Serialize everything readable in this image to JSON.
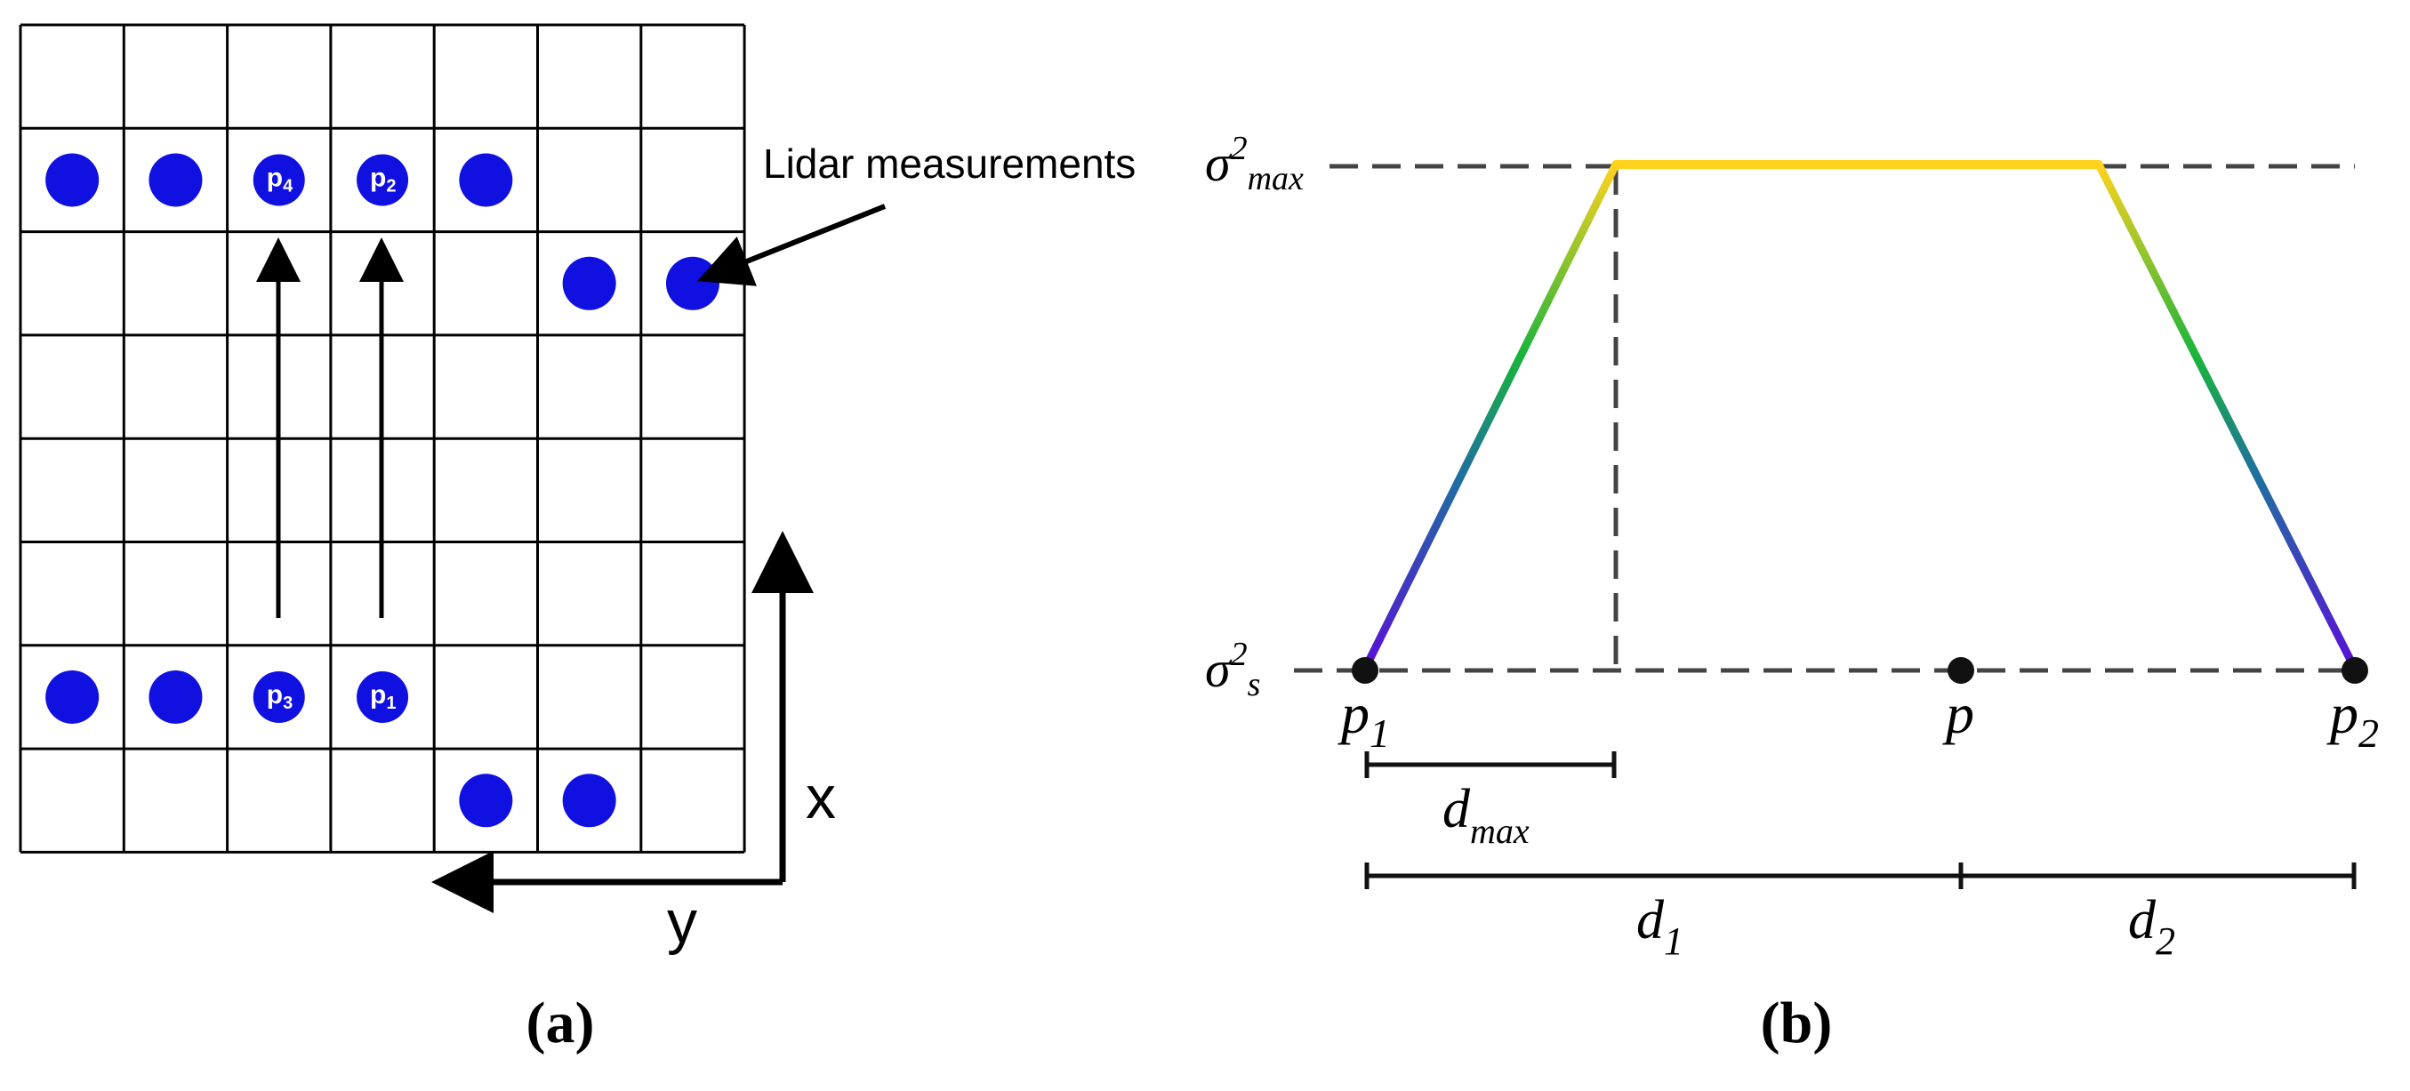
{
  "panel_a": {
    "annotation": "Lidar measurements",
    "axis_x_label": "x",
    "axis_y_label": "y",
    "caption": "(a)",
    "dot_color": "#1010e0",
    "point_labels": {
      "p1": {
        "base": "p",
        "sub": "1"
      },
      "p2": {
        "base": "p",
        "sub": "2"
      },
      "p3": {
        "base": "p",
        "sub": "3"
      },
      "p4": {
        "base": "p",
        "sub": "4"
      }
    }
  },
  "panel_b": {
    "sigma_max": {
      "base": "σ",
      "sup": "2",
      "sub": "max"
    },
    "sigma_s": {
      "base": "σ",
      "sup": "2",
      "sub": "s"
    },
    "p1": {
      "base": "p",
      "sub": "1"
    },
    "p": "p",
    "p2": {
      "base": "p",
      "sub": "2"
    },
    "dmax": {
      "base": "d",
      "sub": "max"
    },
    "d1": {
      "base": "d",
      "sub": "1"
    },
    "d2": {
      "base": "d",
      "sub": "2"
    },
    "caption": "(b)",
    "gradient_colors": [
      "#5a0fd8",
      "#1f6fa0",
      "#19b43c",
      "#ffd21e"
    ]
  }
}
